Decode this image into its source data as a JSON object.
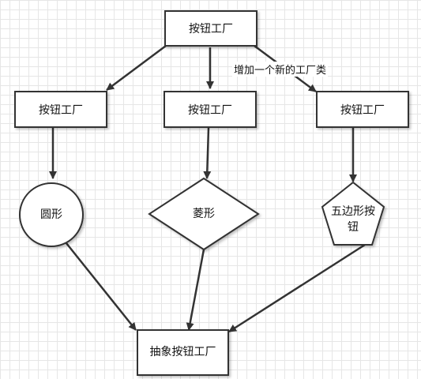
{
  "diagram": {
    "top_factory": "按钮工厂",
    "factory_left": "按钮工厂",
    "factory_middle": "按钮工厂",
    "factory_right": "按钮工厂",
    "circle_label": "圆形",
    "diamond_label": "菱形",
    "pentagon_label": "五边形按钮",
    "abstract_button": "抽象按钮工厂",
    "edge_label_new_factory": "增加一个新的工厂类"
  }
}
